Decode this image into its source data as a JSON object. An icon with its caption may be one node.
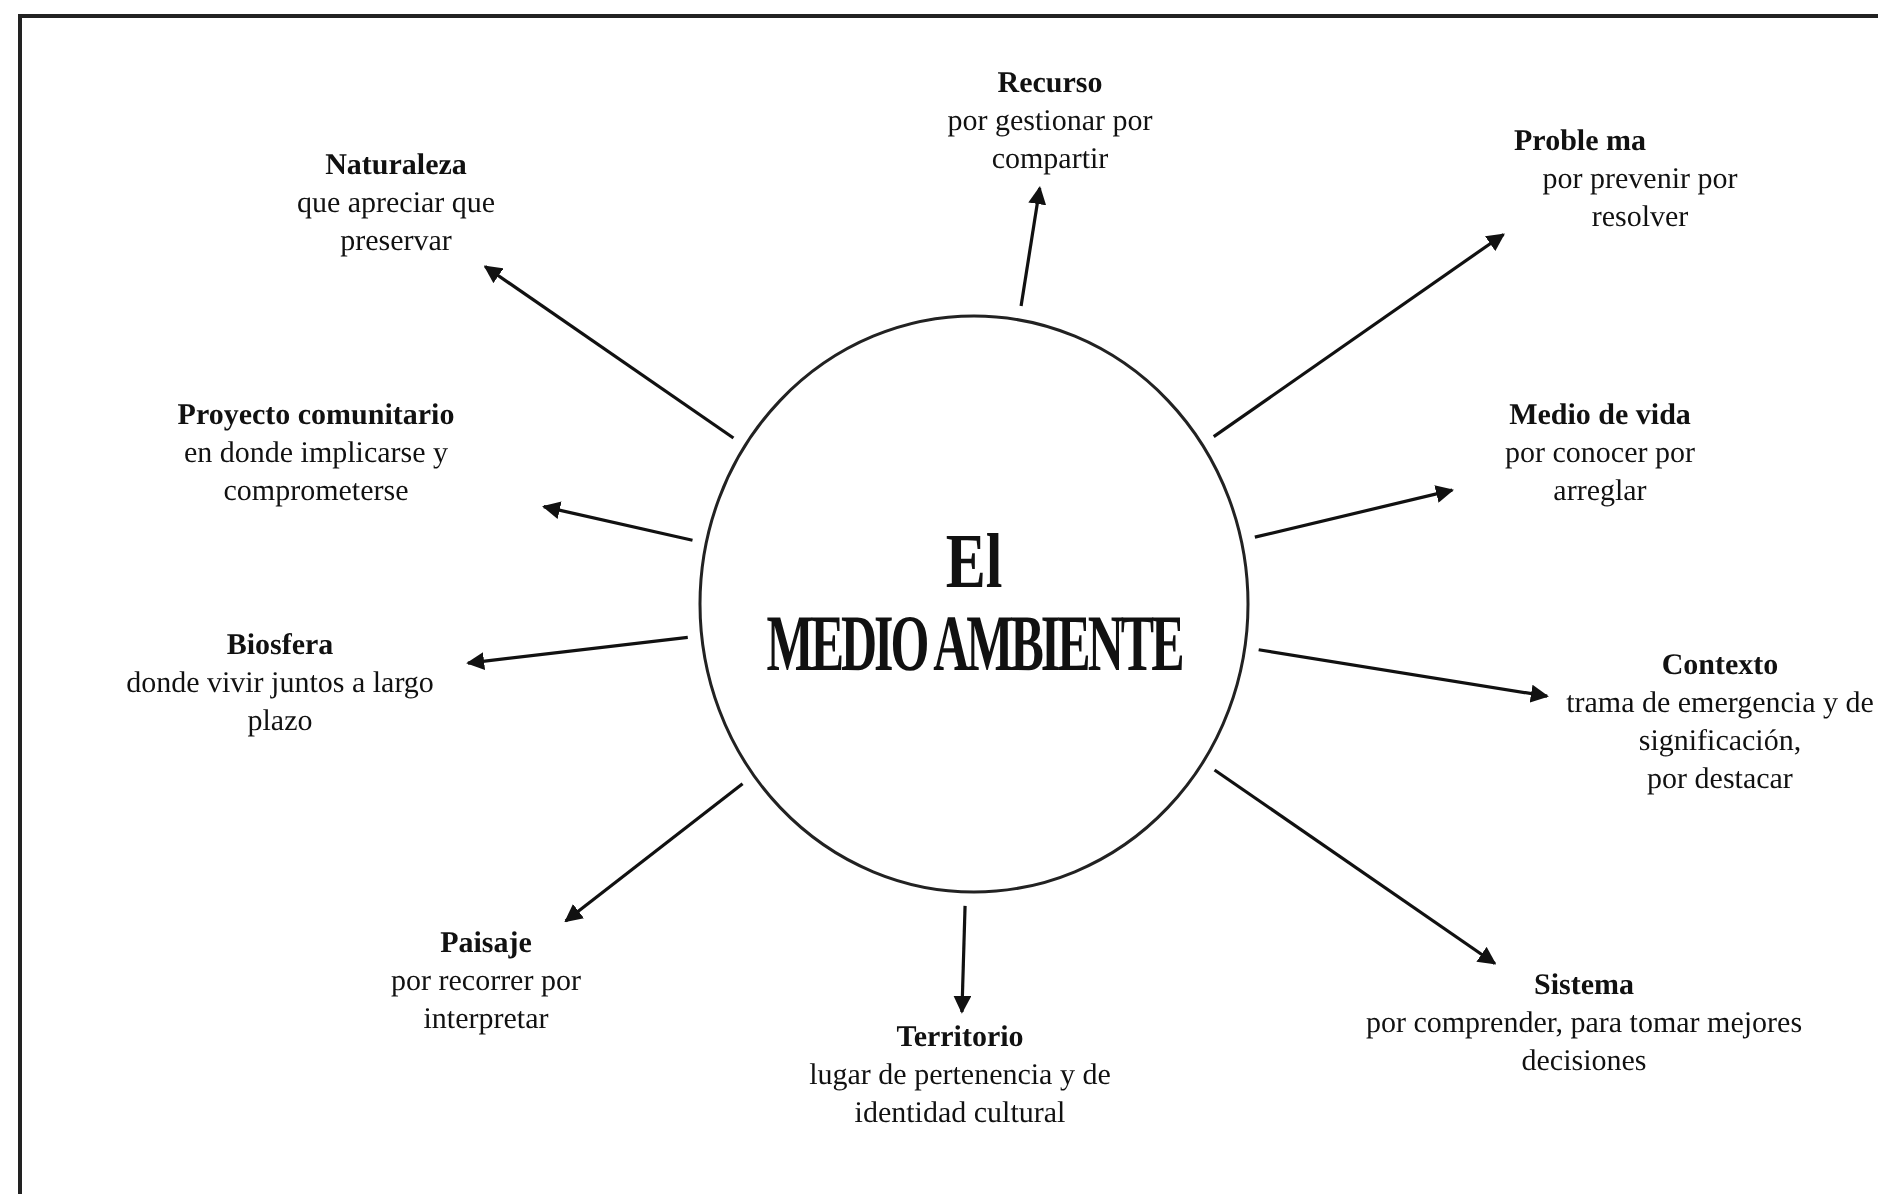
{
  "diagram": {
    "nodes": [
      {
        "text": [
          "El",
          "MEDIO AMBIENTE"
        ]
      },
      {
        "text": [
          "Naturaleza",
          "que apreciar que preservar"
        ]
      },
      {
        "text": [
          "Recurso",
          "por gestionar por compartir"
        ]
      },
      {
        "text": [
          "Proble ma",
          "por prevenir por resolver"
        ]
      },
      {
        "text": [
          "Proyecto comunitario",
          "en donde implicarse y comprometerse"
        ]
      },
      {
        "text": [
          "Medio de vida",
          "por conocer por arreglar"
        ]
      },
      {
        "text": [
          "Biosfera",
          "donde vivir juntos a largo plazo"
        ]
      },
      {
        "text": [
          "Contexto",
          "trama de emergencia y de significación,",
          "por destacar"
        ]
      },
      {
        "text": [
          "Paisaje",
          "por recorrer por interpretar"
        ]
      },
      {
        "text": [
          "Territorio",
          "lugar de pertenencia y de identidad cultural"
        ]
      },
      {
        "text": [
          "Sistema",
          "por comprender, para tomar mejores decisiones"
        ]
      }
    ],
    "edges": [
      {
        "from": 0,
        "to": 1,
        "arrow": "to"
      },
      {
        "from": 0,
        "to": 2,
        "arrow": "to"
      },
      {
        "from": 0,
        "to": 3,
        "arrow": "to"
      },
      {
        "from": 0,
        "to": 4,
        "arrow": "to"
      },
      {
        "from": 0,
        "to": 5,
        "arrow": "to"
      },
      {
        "from": 0,
        "to": 6,
        "arrow": "to"
      },
      {
        "from": 0,
        "to": 7,
        "arrow": "to"
      },
      {
        "from": 0,
        "to": 8,
        "arrow": "to"
      },
      {
        "from": 0,
        "to": 9,
        "arrow": "to"
      },
      {
        "from": 0,
        "to": 10,
        "arrow": "to"
      }
    ]
  }
}
